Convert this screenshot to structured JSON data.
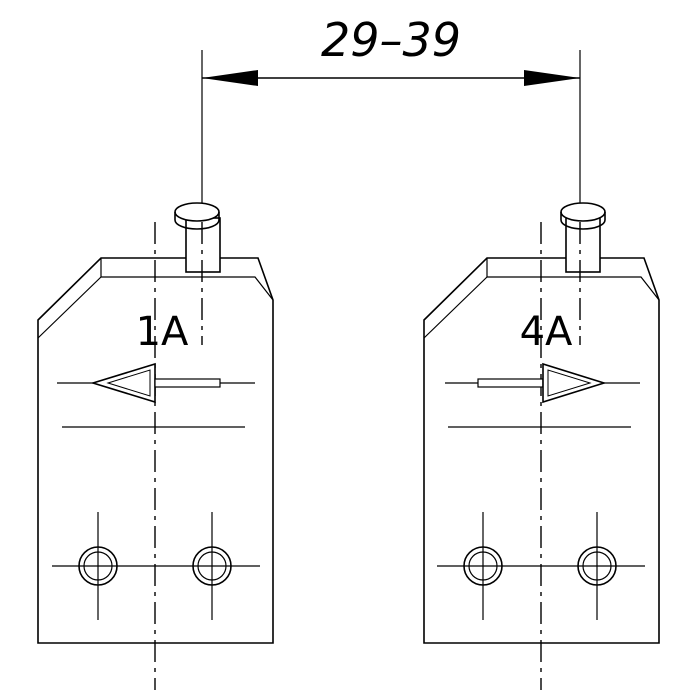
{
  "drawing": {
    "dimension": {
      "label": "29–39"
    },
    "left_part": {
      "label": "1A",
      "arrow_direction": "left"
    },
    "right_part": {
      "label": "4A",
      "arrow_direction": "right"
    }
  }
}
